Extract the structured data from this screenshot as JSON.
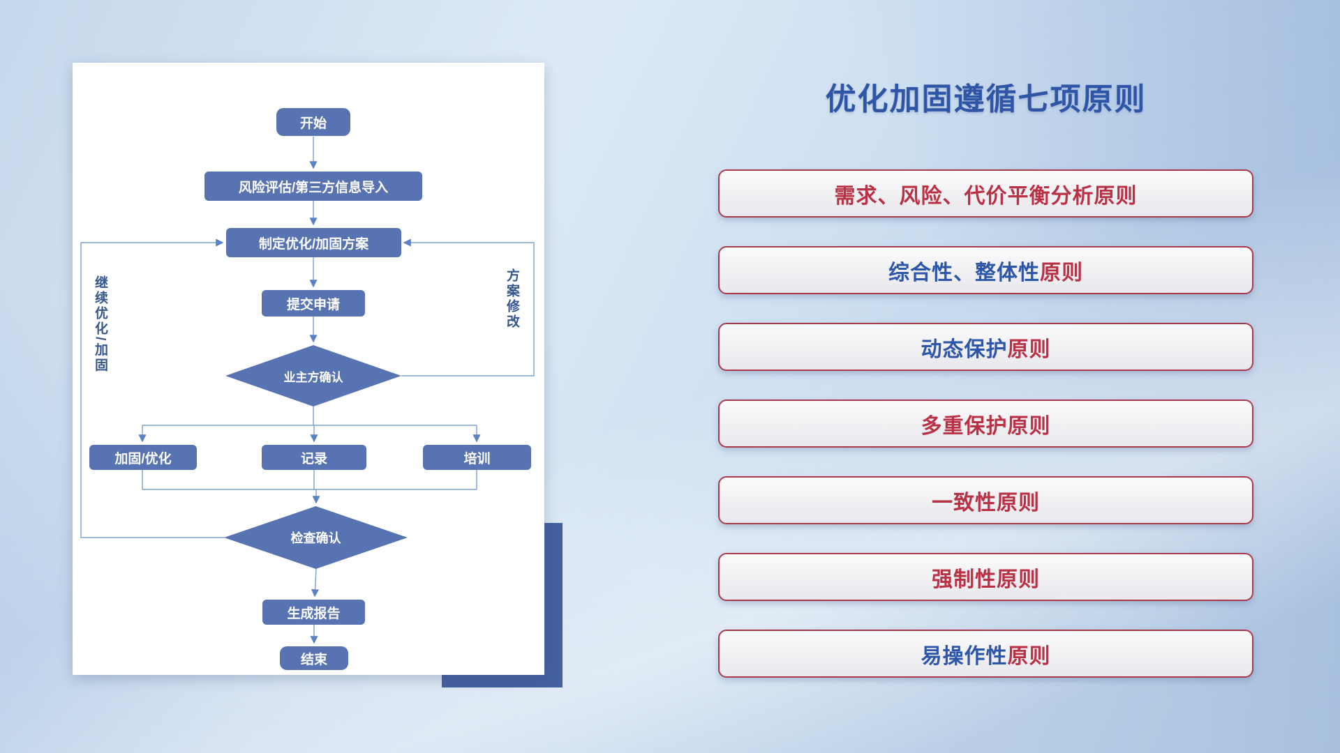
{
  "slide": {
    "title": "优化加固遵循七项原则",
    "title_color": "#2f55a6"
  },
  "flowchart": {
    "nodes": {
      "start": "开始",
      "risk_import": "风险评估/第三方信息导入",
      "make_plan": "制定优化/加固方案",
      "submit": "提交申请",
      "owner_confirm": "业主方确认",
      "harden_optimize": "加固/优化",
      "record": "记录",
      "training": "培训",
      "check_confirm": "检查确认",
      "report": "生成报告",
      "end": "结束"
    },
    "loop_labels": {
      "left": "继续优化/加固",
      "right": "方案修改"
    },
    "colors": {
      "node_fill": "#5873b2",
      "connector": "#7aa0d2",
      "shadow_block": "#44609f"
    }
  },
  "principles": {
    "border_color": "#a8394b",
    "items": [
      {
        "main": "需求、风险、代价平衡分析",
        "suffix": "原则",
        "main_color": "#b93145",
        "suffix_color": "#b93145"
      },
      {
        "main": "综合性、整体性",
        "suffix": "原则",
        "main_color": "#2d55a8",
        "suffix_color": "#b93145"
      },
      {
        "main": "动态保护",
        "suffix": "原则",
        "main_color": "#2d55a8",
        "suffix_color": "#b93145"
      },
      {
        "main": "多重保护",
        "suffix": "原则",
        "main_color": "#b93145",
        "suffix_color": "#b93145"
      },
      {
        "main": "一致性",
        "suffix": "原则",
        "main_color": "#b93145",
        "suffix_color": "#b93145"
      },
      {
        "main": "强制性",
        "suffix": "原则",
        "main_color": "#b93145",
        "suffix_color": "#b93145"
      },
      {
        "main": "易操作性",
        "suffix": "原则",
        "main_color": "#2d55a8",
        "suffix_color": "#b93145"
      }
    ]
  }
}
